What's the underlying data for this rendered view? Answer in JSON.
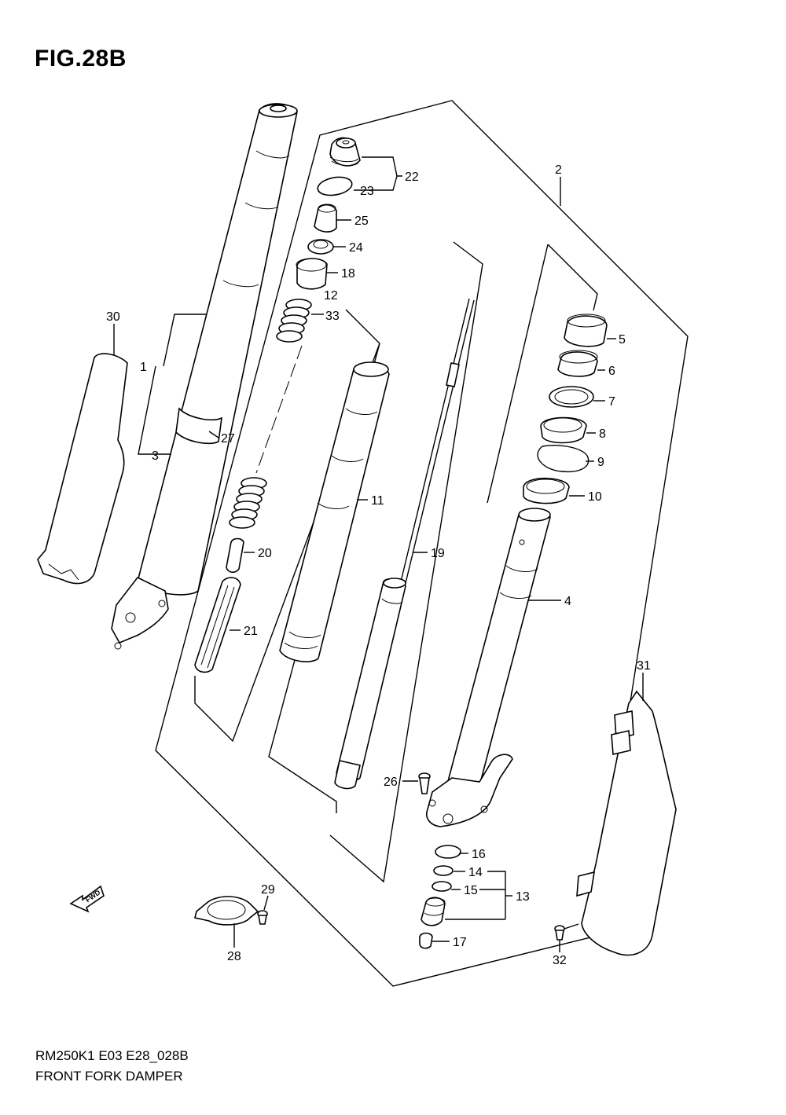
{
  "figure": {
    "title": "FIG.28B",
    "model_code": "RM250K1 E03 E28_028B",
    "name": "FRONT FORK DAMPER",
    "fwd_label": "FWD"
  },
  "callouts": {
    "c1": "1",
    "c2": "2",
    "c3": "3",
    "c4": "4",
    "c5": "5",
    "c6": "6",
    "c7": "7",
    "c8": "8",
    "c9": "9",
    "c10": "10",
    "c11": "11",
    "c12": "12",
    "c13": "13",
    "c14": "14",
    "c15": "15",
    "c16": "16",
    "c17": "17",
    "c18": "18",
    "c19": "19",
    "c20": "20",
    "c21": "21",
    "c22": "22",
    "c23": "23",
    "c24": "24",
    "c25": "25",
    "c26": "26",
    "c27": "27",
    "c28": "28",
    "c29": "29",
    "c30": "30",
    "c31": "31",
    "c32": "32",
    "c33": "33"
  }
}
